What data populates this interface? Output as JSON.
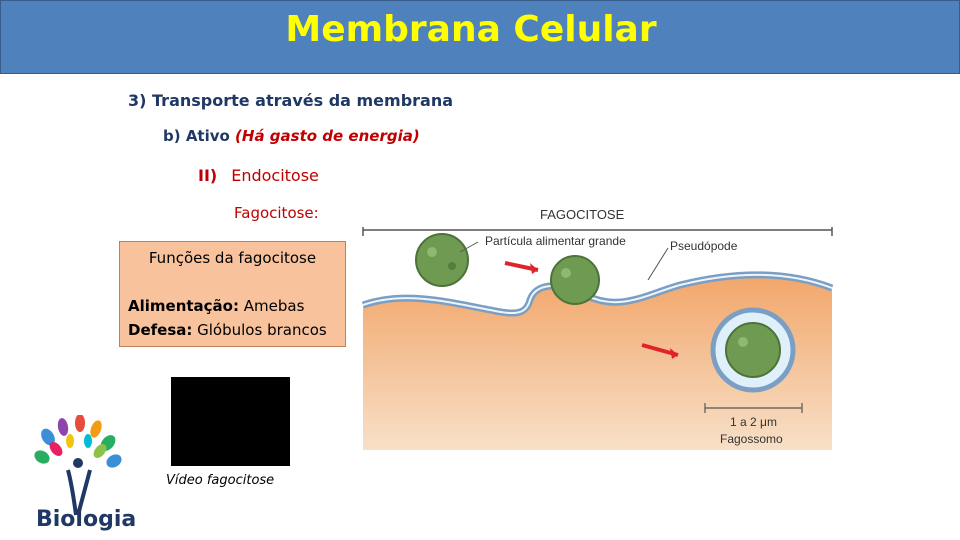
{
  "header": {
    "title": "Membrana Celular"
  },
  "outline": {
    "topic": "3)  Transporte através da membrana",
    "subtopic": "b)  Ativo ",
    "subtopic_note": "(Há gasto de energia)",
    "item_num": "II)",
    "item_label": "Endocitose",
    "sub_item": "Fagocitose:"
  },
  "functions_box": {
    "title": "Funções da fagocitose",
    "rows": [
      {
        "label": "Alimentação:",
        "value": " Amebas"
      },
      {
        "label": "Defesa:",
        "value": " Glóbulos brancos"
      }
    ]
  },
  "video": {
    "caption": "Vídeo fagocitose"
  },
  "logo": {
    "text": "Biologia"
  },
  "diagram": {
    "title": "FAGOCITOSE",
    "label_particle": "Partícula alimentar grande",
    "label_pseudopod": "Pseudópode",
    "label_scale": "1 a 2 μm",
    "label_phagosome": "Fagossomo"
  },
  "colors": {
    "header_bg": "#4f81bd",
    "header_text": "#ffff00",
    "accent_red": "#c00000",
    "box_bg": "#f7c29c",
    "cytoplasm": "#f2a66a",
    "particle": "#6e9a52"
  }
}
